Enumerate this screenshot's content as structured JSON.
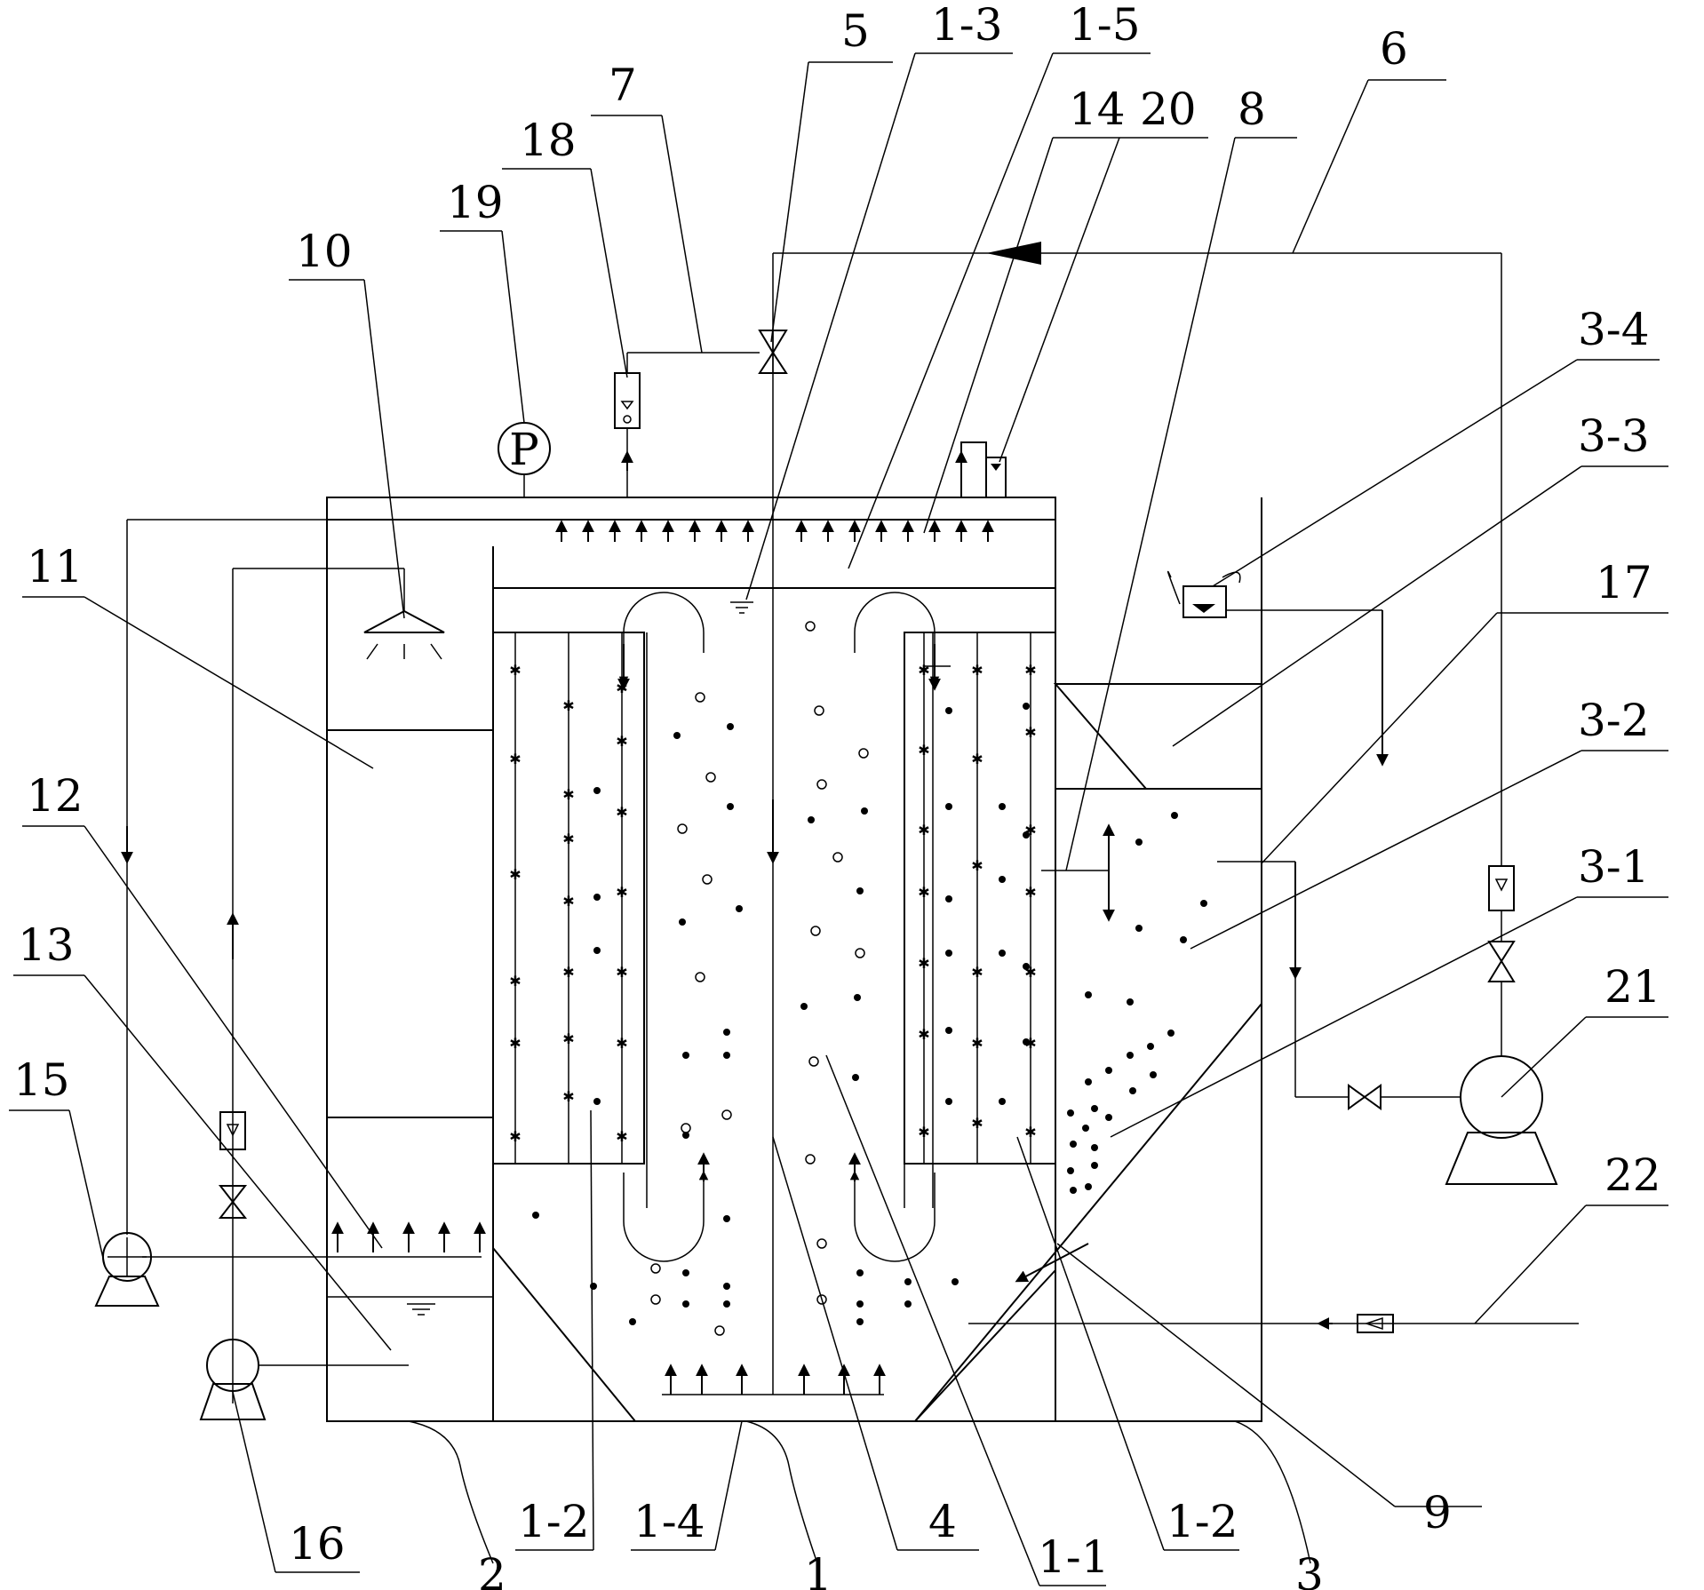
{
  "labels": {
    "l1": "1",
    "l1_1": "1-1",
    "l1_2a": "1-2",
    "l1_2b": "1-2",
    "l1_3": "1-3",
    "l1_4": "1-4",
    "l1_5": "1-5",
    "l2": "2",
    "l3": "3",
    "l3_1": "3-1",
    "l3_2": "3-2",
    "l3_3": "3-3",
    "l3_4": "3-4",
    "l4": "4",
    "l5": "5",
    "l6": "6",
    "l7": "7",
    "l8": "8",
    "l9": "9",
    "l10": "10",
    "l11": "11",
    "l12": "12",
    "l13": "13",
    "l14": "14",
    "l15": "15",
    "l16": "16",
    "l17": "17",
    "l18": "18",
    "l19": "19",
    "l20": "20",
    "l21": "21",
    "l22": "22"
  },
  "gauge_symbol": "P"
}
